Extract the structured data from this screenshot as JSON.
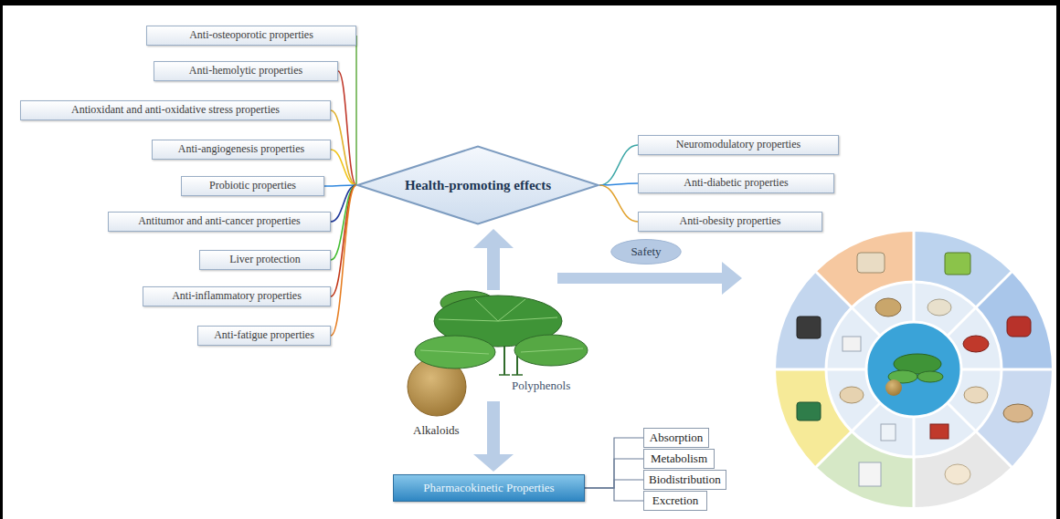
{
  "diagram": {
    "nodes": [
      {
        "text": [
          "Anti-osteoporotic properties"
        ]
      },
      {
        "text": [
          "Anti-hemolytic properties"
        ]
      },
      {
        "text": [
          "Antioxidant and anti-oxidative stress properties"
        ]
      },
      {
        "text": [
          "Anti-angiogenesis properties"
        ]
      },
      {
        "text": [
          "Probiotic properties"
        ]
      },
      {
        "text": [
          "Antitumor and anti-cancer properties"
        ]
      },
      {
        "text": [
          "Liver protection"
        ]
      },
      {
        "text": [
          "Anti-inflammatory properties"
        ]
      },
      {
        "text": [
          "Anti-fatigue properties"
        ]
      },
      {
        "text": [
          "Health-promoting effects"
        ]
      },
      {
        "text": [
          "Neuromodulatory properties"
        ]
      },
      {
        "text": [
          "Anti-diabetic properties"
        ]
      },
      {
        "text": [
          "Anti-obesity properties"
        ]
      },
      {
        "text": [
          "Safety"
        ]
      },
      {
        "text": [
          "Pharmacokinetic Properties"
        ]
      },
      {
        "text": [
          "Absorption"
        ]
      },
      {
        "text": [
          "Metabolism"
        ]
      },
      {
        "text": [
          "Biodistribution"
        ]
      },
      {
        "text": [
          "Excretion"
        ]
      }
    ],
    "edges": [
      {
        "from": 9,
        "to": 0,
        "arrow": "none"
      },
      {
        "from": 9,
        "to": 1,
        "arrow": "none"
      },
      {
        "from": 9,
        "to": 2,
        "arrow": "none"
      },
      {
        "from": 9,
        "to": 3,
        "arrow": "none"
      },
      {
        "from": 9,
        "to": 4,
        "arrow": "none"
      },
      {
        "from": 9,
        "to": 5,
        "arrow": "none"
      },
      {
        "from": 9,
        "to": 6,
        "arrow": "none"
      },
      {
        "from": 9,
        "to": 7,
        "arrow": "none"
      },
      {
        "from": 9,
        "to": 8,
        "arrow": "none"
      },
      {
        "from": 9,
        "to": 10,
        "arrow": "none"
      },
      {
        "from": 9,
        "to": 11,
        "arrow": "none"
      },
      {
        "from": 9,
        "to": 12,
        "arrow": "none"
      },
      {
        "from": 14,
        "to": 15,
        "arrow": "none"
      },
      {
        "from": 14,
        "to": 16,
        "arrow": "none"
      },
      {
        "from": 14,
        "to": 17,
        "arrow": "none"
      },
      {
        "from": 14,
        "to": 18,
        "arrow": "none"
      }
    ],
    "labels": [
      "Alkaloids",
      "Polyphenols"
    ]
  }
}
